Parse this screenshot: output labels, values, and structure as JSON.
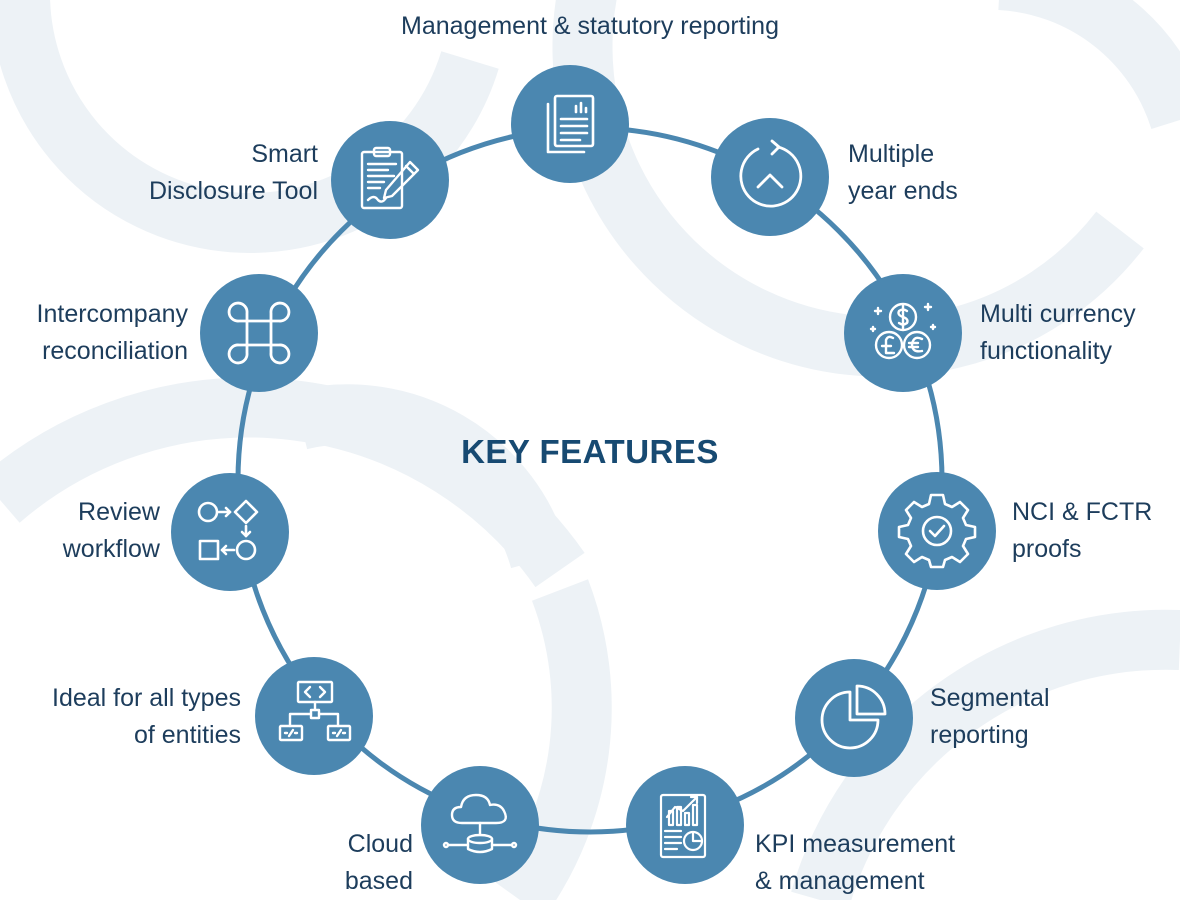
{
  "title": "KEY FEATURES",
  "colors": {
    "node": "#4b87b0",
    "ring": "#4b87b0",
    "text": "#1d3d5c",
    "title": "#174a72",
    "background_arcs": "#edf2f6"
  },
  "features": [
    {
      "id": "management-reporting",
      "icon": "report-document-icon",
      "lines": [
        "Management & statutory reporting"
      ]
    },
    {
      "id": "multiple-year-ends",
      "icon": "refresh-cycle-icon",
      "lines": [
        "Multiple",
        "year ends"
      ]
    },
    {
      "id": "multi-currency",
      "icon": "currency-coins-icon",
      "lines": [
        "Multi currency",
        "functionality"
      ]
    },
    {
      "id": "nci-fctr",
      "icon": "gear-check-icon",
      "lines": [
        "NCI & FCTR",
        "proofs"
      ]
    },
    {
      "id": "segmental-reporting",
      "icon": "pie-chart-icon",
      "lines": [
        "Segmental",
        "reporting"
      ]
    },
    {
      "id": "kpi",
      "icon": "kpi-report-icon",
      "lines": [
        "KPI measurement",
        "& management"
      ]
    },
    {
      "id": "cloud",
      "icon": "cloud-database-icon",
      "lines": [
        "Cloud",
        "based"
      ]
    },
    {
      "id": "entities",
      "icon": "code-hierarchy-icon",
      "lines": [
        "Ideal for all types",
        "of entities"
      ]
    },
    {
      "id": "review-workflow",
      "icon": "workflow-icon",
      "lines": [
        "Review",
        "workflow"
      ]
    },
    {
      "id": "intercompany",
      "icon": "command-key-icon",
      "lines": [
        "Intercompany",
        "reconciliation"
      ]
    },
    {
      "id": "disclosure-tool",
      "icon": "document-pen-icon",
      "lines": [
        "Smart",
        "Disclosure Tool"
      ]
    }
  ]
}
